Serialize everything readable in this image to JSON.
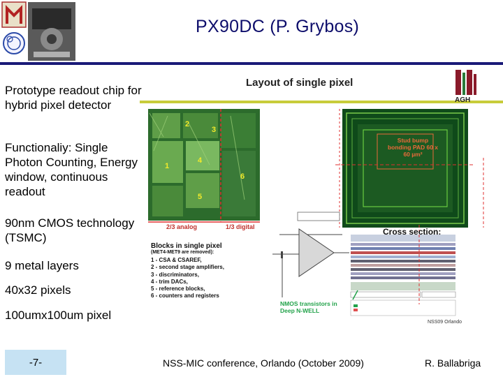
{
  "slide": {
    "title": "PX90DC (P. Grybos)",
    "bullets": [
      "Prototype readout chip for hybrid pixel detector",
      "Functionaliy: Single Photon Counting, Energy window, continuous readout",
      "90nm CMOS technology (TSMC)",
      "9 metal layers",
      "40x32 pixels",
      "100umx100um pixel"
    ]
  },
  "figure": {
    "title": "Layout of single pixel",
    "logo_text": "AGH",
    "region_numbers": [
      "1",
      "2",
      "3",
      "4",
      "5",
      "6"
    ],
    "analog_label": "2/3 analog",
    "digital_label": "1/3 digital",
    "stud_bump_label": "Stud bump bonding PAD 60 x 60 µm²",
    "blocks_title": "Blocks in single pixel",
    "blocks_note": "(MET4-MET9 are removed):",
    "blocks": [
      "1 - CSA & CSAREF,",
      "2 - second stage amplifiers,",
      "3 - discriminators,",
      "4 - trim DACs,",
      "5 - reference blocks,",
      "6 - counters and registers"
    ],
    "cross_section_title": "Cross section:",
    "nmos_label": "NMOS transistors in Deep N-WELL",
    "nss_label": "NSS09 Orlando"
  },
  "footer": {
    "page": "-7-",
    "conference": "NSS-MIC conference, Orlando (October 2009)",
    "author": "R. Ballabriga"
  },
  "colors": {
    "title": "#0d0d6b",
    "header_rule": "#1a1a78",
    "footer_box": "#c6e2f3",
    "label_red": "#c0302c",
    "layout_green": "#1e7a2c"
  }
}
